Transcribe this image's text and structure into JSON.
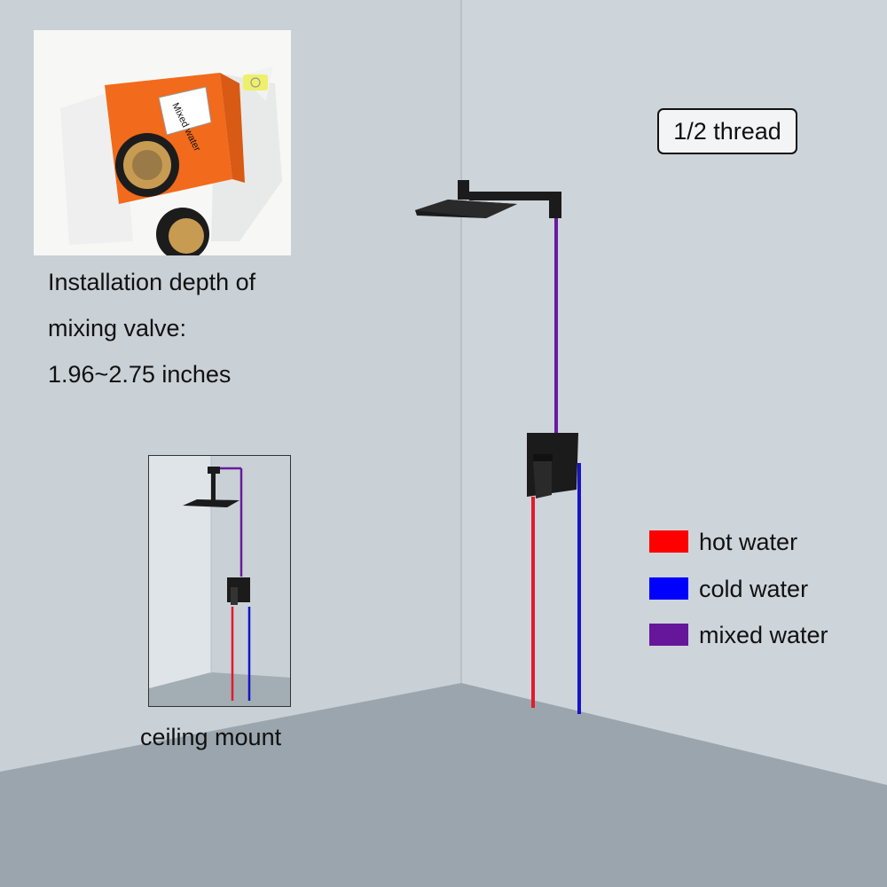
{
  "thread_label": "1/2 thread",
  "install": {
    "line1": "Installation depth of",
    "line2": "mixing valve:",
    "line3": "1.96~2.75 inches"
  },
  "valve_sticker": "Mixed water",
  "inset_caption": "ceiling mount",
  "legend": [
    {
      "label": "hot water",
      "color": "#ff0000"
    },
    {
      "label": "cold water",
      "color": "#0000ff"
    },
    {
      "label": "mixed water",
      "color": "#66169a"
    }
  ],
  "colors": {
    "wall": "#c9d0d6",
    "floor": "#9aa5ad",
    "hot": "#e31b2b",
    "cold": "#1414c8",
    "mixed": "#6a1aa0",
    "fixture": "#1b1b1b",
    "valve_orange": "#f26a1b"
  }
}
